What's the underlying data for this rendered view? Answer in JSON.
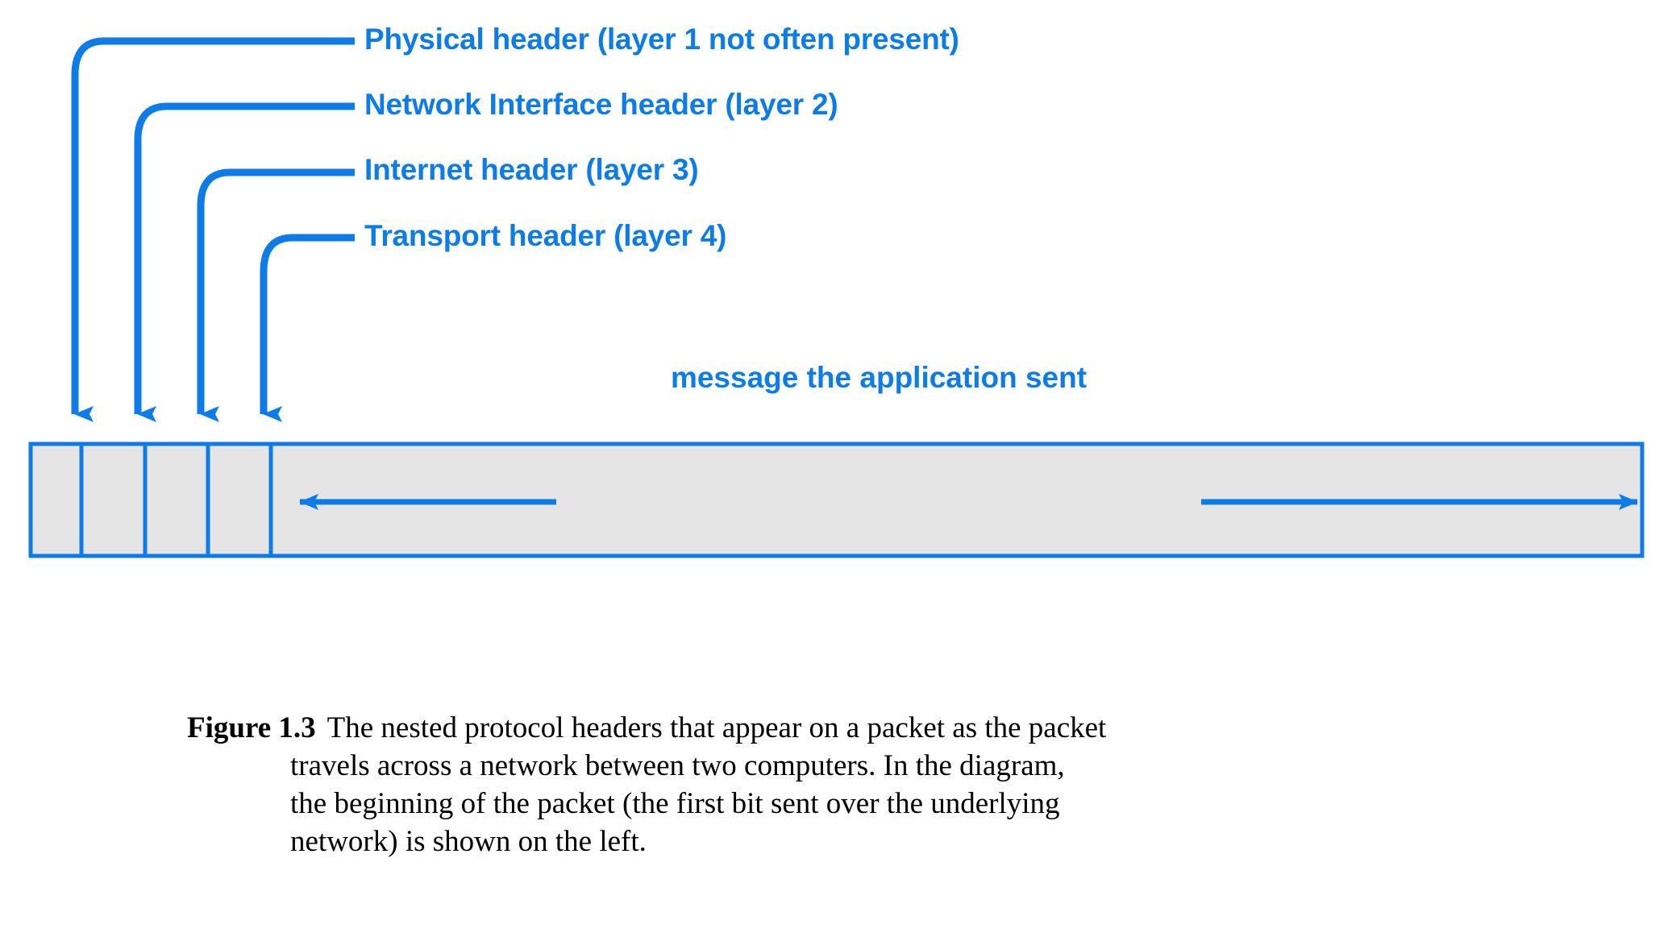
{
  "figure": {
    "colors": {
      "accent_blue": "#0e7ce8",
      "packet_fill": "#e5e5e5",
      "caption_text": "#000000",
      "background": "#ffffff"
    },
    "callouts": [
      {
        "id": "physical",
        "label": "Physical header (layer 1  not often present)"
      },
      {
        "id": "network-interface",
        "label": "Network Interface header (layer 2)"
      },
      {
        "id": "internet",
        "label": "Internet header (layer 3)"
      },
      {
        "id": "transport",
        "label": "Transport header (layer 4)"
      }
    ],
    "packet": {
      "message_span_label": "message the application sent",
      "header_cells": [
        {
          "id": "physical-header-cell"
        },
        {
          "id": "network-interface-header-cell"
        },
        {
          "id": "internet-header-cell"
        },
        {
          "id": "transport-header-cell"
        }
      ],
      "payload_cell": {
        "id": "application-message-cell"
      }
    },
    "caption": {
      "label": "Figure 1.3",
      "lines": [
        "The nested protocol headers that appear on a packet as the packet",
        "travels across a network between two computers.  In the diagram,",
        "the beginning of the packet (the first bit sent over the underlying",
        "network) is shown on the left."
      ]
    }
  }
}
